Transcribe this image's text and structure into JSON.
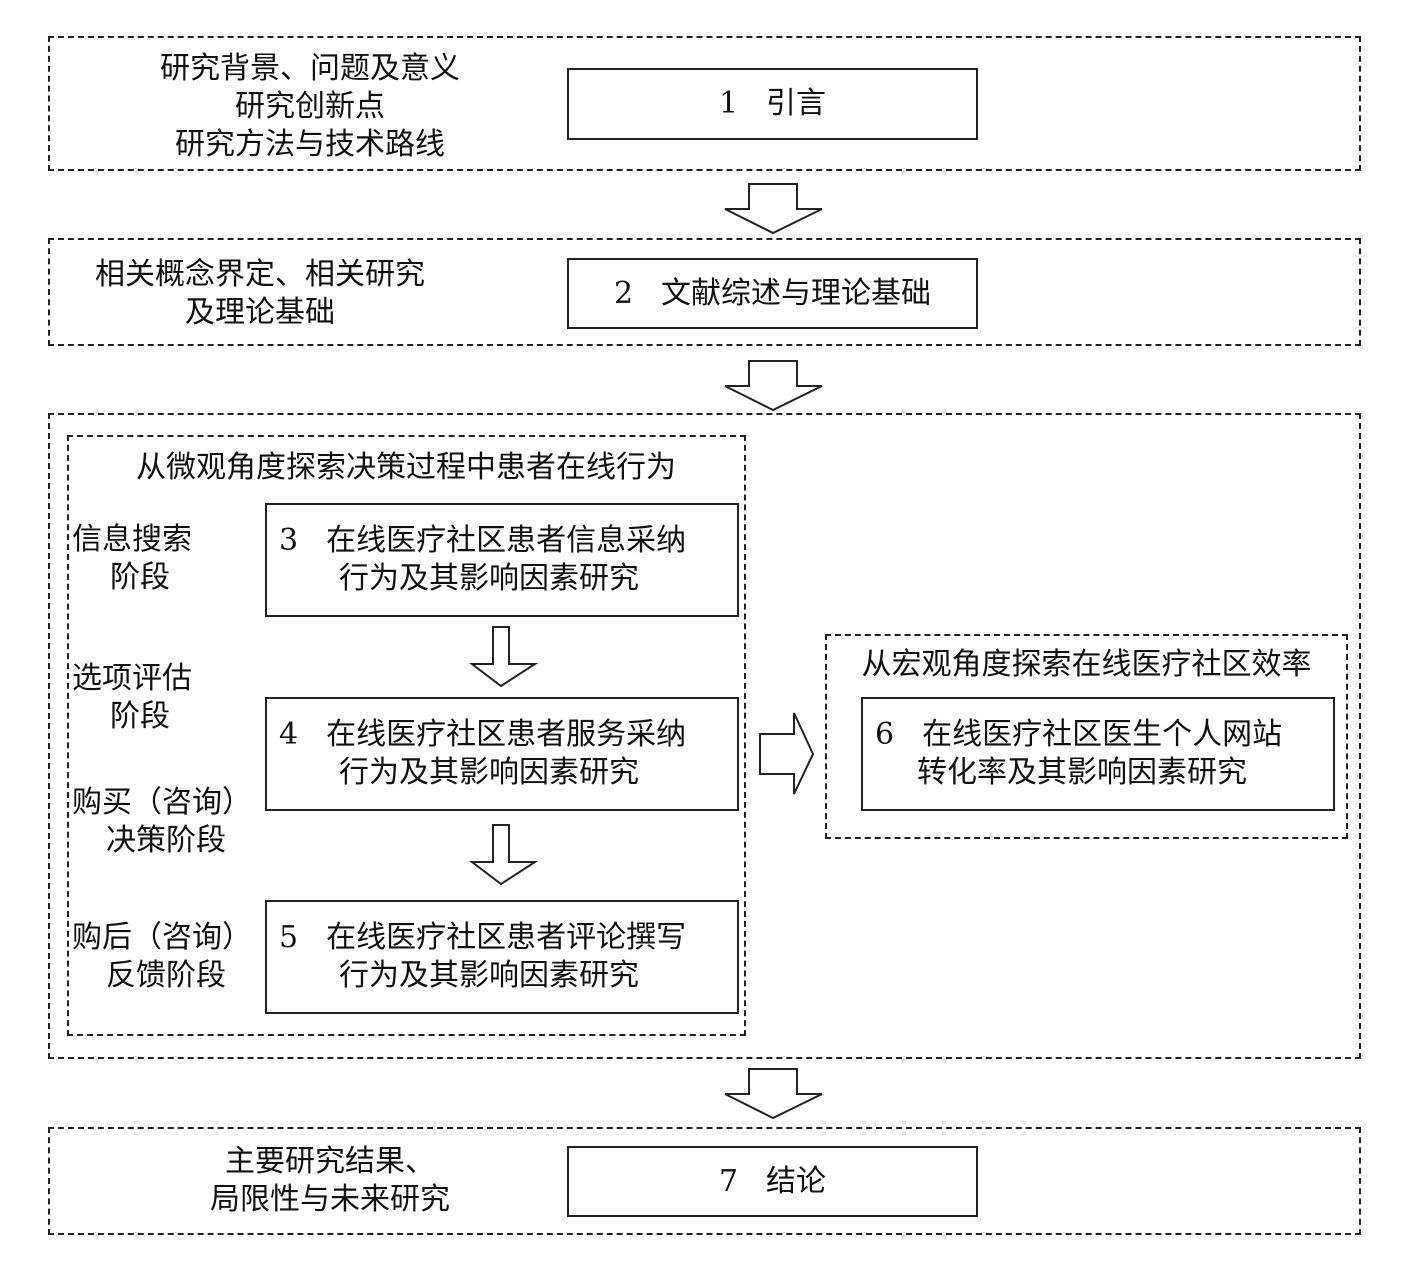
{
  "sections": [
    {
      "side_lines": [
        "研究背景、问题及意义",
        "研究创新点",
        "研究方法与技术路线"
      ],
      "box_number": "1",
      "box_title": "引言"
    },
    {
      "side_lines": [
        "相关概念界定、相关研究",
        "及理论基础"
      ],
      "box_number": "2",
      "box_title": "文献综述与理论基础"
    },
    {
      "side_lines": [
        "主要研究结果、",
        "局限性与未来研究"
      ],
      "box_number": "7",
      "box_title": "结论"
    }
  ],
  "micro": {
    "heading": "从微观角度探索决策过程中患者在线行为",
    "stages": [
      {
        "lines": [
          "信息搜索",
          "阶段"
        ]
      },
      {
        "lines": [
          "选项评估",
          "阶段"
        ]
      },
      {
        "lines": [
          "购买（咨询）",
          "决策阶段"
        ]
      },
      {
        "lines": [
          "购后（咨询）",
          "反馈阶段"
        ]
      }
    ],
    "boxes": [
      {
        "number": "3",
        "line1": "在线医疗社区患者信息采纳",
        "line2": "行为及其影响因素研究"
      },
      {
        "number": "4",
        "line1": "在线医疗社区患者服务采纳",
        "line2": "行为及其影响因素研究"
      },
      {
        "number": "5",
        "line1": "在线医疗社区患者评论撰写",
        "line2": "行为及其影响因素研究"
      }
    ]
  },
  "macro": {
    "heading": "从宏观角度探索在线医疗社区效率",
    "box": {
      "number": "6",
      "line1": "在线医疗社区医生个人网站",
      "line2": "转化率及其影响因素研究"
    }
  },
  "arrows": [
    "down-arrow",
    "down-arrow",
    "down-arrow",
    "down-arrow",
    "down-arrow",
    "right-arrow"
  ]
}
